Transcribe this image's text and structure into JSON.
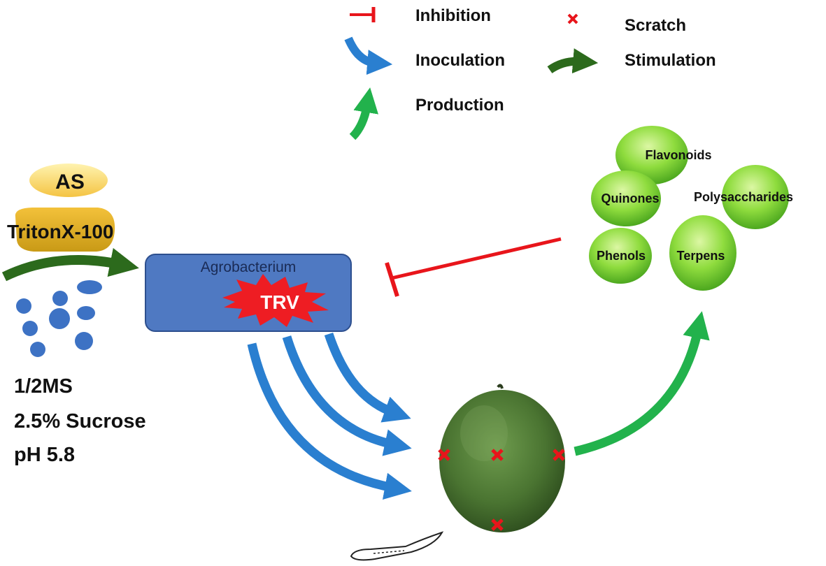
{
  "legend": {
    "inhibition": "Inhibition",
    "scratch": "Scratch",
    "inoculation": "Inoculation",
    "stimulation": "Stimulation",
    "production": "Production"
  },
  "medium": {
    "as_label": "AS",
    "triton_label": "TritonX-100",
    "line1": "1/2MS",
    "line2": "2.5% Sucrose",
    "line3": "pH 5.8"
  },
  "agrobacterium": {
    "label": "Agrobacterium",
    "vector_label": "TRV"
  },
  "metabolites": {
    "flavonoids": "Flavonoids",
    "quinones": "Quinones",
    "polysaccharides": "Polysaccharides",
    "phenols": "Phenols",
    "terpens": "Terpens"
  },
  "colors": {
    "inhibition": "#e8151b",
    "inoculation": "#2a7fd0",
    "stimulation": "#2c6a1c",
    "production": "#22b24c",
    "box_fill": "#4f79c2",
    "scratch": "#e8151b",
    "fruit": "#4e7a35"
  }
}
